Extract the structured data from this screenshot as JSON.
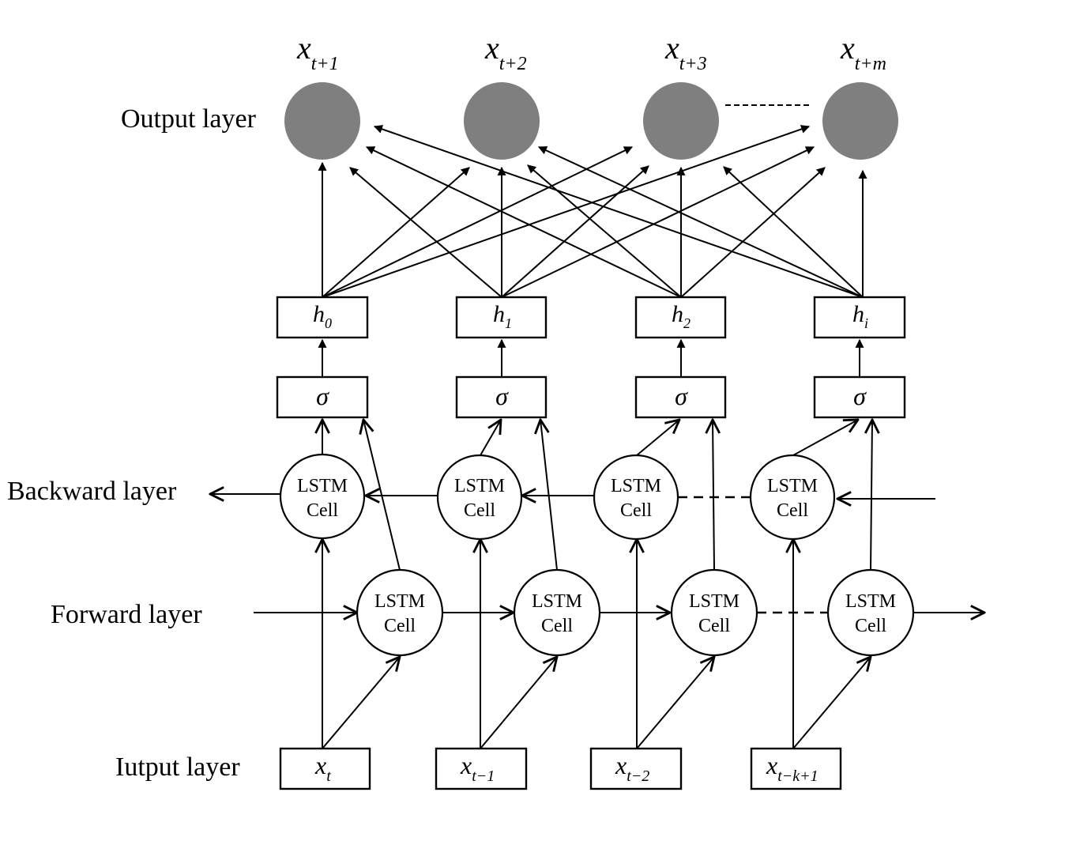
{
  "layers": {
    "output": "Output layer",
    "backward": "Backward layer",
    "forward": "Forward layer",
    "input": "Iutput layer"
  },
  "cell_label_line1": "LSTM",
  "cell_label_line2": "Cell",
  "sigma": "σ",
  "outputs": [
    {
      "base": "x",
      "sub": "t+1"
    },
    {
      "base": "x",
      "sub": "t+2"
    },
    {
      "base": "x",
      "sub": "t+3"
    },
    {
      "base": "x",
      "sub": "t+m"
    }
  ],
  "hidden": [
    {
      "base": "h",
      "sub": "0"
    },
    {
      "base": "h",
      "sub": "1"
    },
    {
      "base": "h",
      "sub": "2"
    },
    {
      "base": "h",
      "sub": "i"
    }
  ],
  "inputs": [
    {
      "base": "x",
      "sub": "t"
    },
    {
      "base": "x",
      "sub": "t−1"
    },
    {
      "base": "x",
      "sub": "t−2"
    },
    {
      "base": "x",
      "sub": "t−k+1"
    }
  ],
  "colors": {
    "output_node": "#7f7f7f",
    "stroke": "#000000"
  }
}
